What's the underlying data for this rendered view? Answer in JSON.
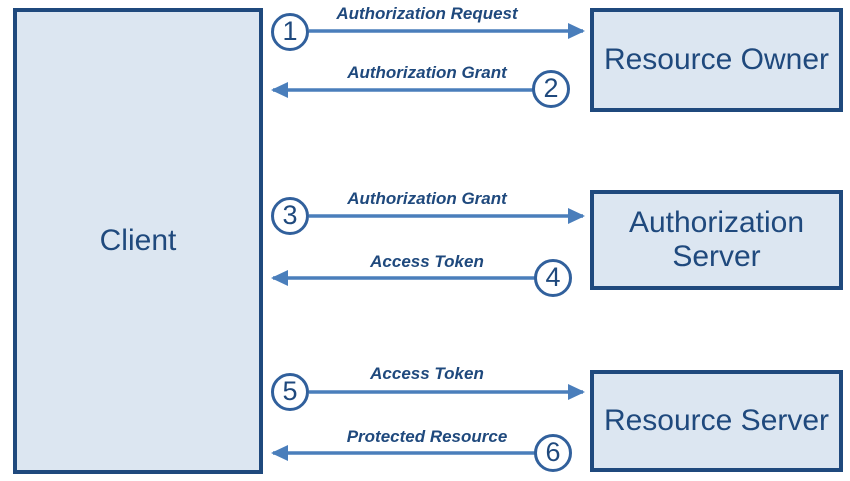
{
  "diagram": {
    "type": "sequence-flow",
    "subject": "OAuth abstract protocol flow"
  },
  "boxes": {
    "client": {
      "label": "Client"
    },
    "resource_owner": {
      "label": "Resource Owner"
    },
    "authorization_server": {
      "label": "Authorization Server"
    },
    "resource_server": {
      "label": "Resource Server"
    }
  },
  "flows": [
    {
      "number": "1",
      "label": "Authorization Request",
      "direction": "right",
      "from": "Client",
      "to": "Resource Owner"
    },
    {
      "number": "2",
      "label": "Authorization Grant",
      "direction": "left",
      "from": "Resource Owner",
      "to": "Client"
    },
    {
      "number": "3",
      "label": "Authorization Grant",
      "direction": "right",
      "from": "Client",
      "to": "Authorization Server"
    },
    {
      "number": "4",
      "label": "Access Token",
      "direction": "left",
      "from": "Authorization Server",
      "to": "Client"
    },
    {
      "number": "5",
      "label": "Access Token",
      "direction": "right",
      "from": "Client",
      "to": "Resource Server"
    },
    {
      "number": "6",
      "label": "Protected Resource",
      "direction": "left",
      "from": "Resource Server",
      "to": "Client"
    }
  ],
  "colors": {
    "box_fill": "#dce6f1",
    "box_border": "#1f497d",
    "text": "#1f497d",
    "arrow": "#4a7ebb",
    "circle_border": "#31609c",
    "background": "#ffffff"
  }
}
